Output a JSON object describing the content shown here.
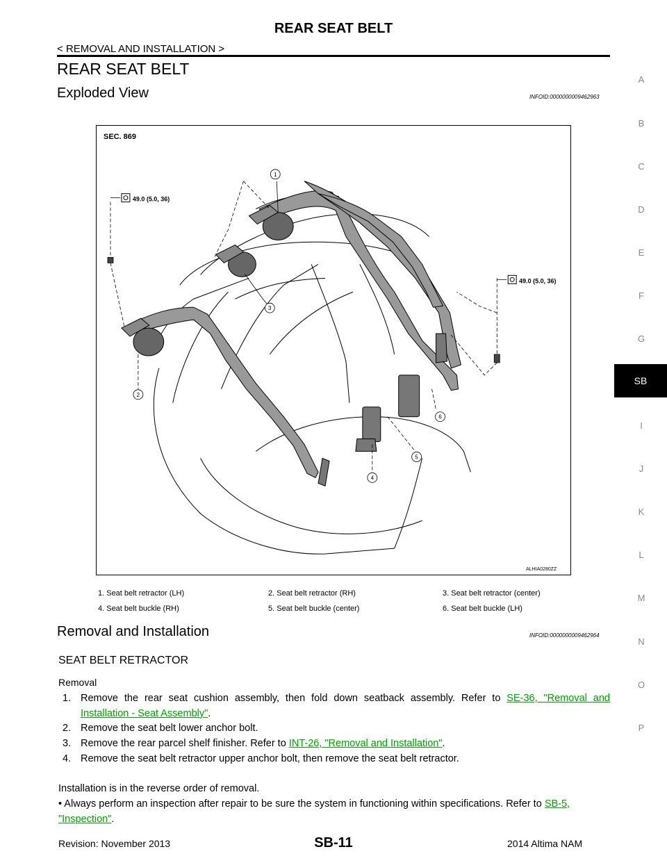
{
  "header": {
    "title": "REAR SEAT BELT",
    "subtitle": "< REMOVAL AND INSTALLATION >"
  },
  "page_title": "REAR SEAT BELT",
  "exploded_view": {
    "title": "Exploded View",
    "infoid": "INFOID:0000000009462963",
    "figure": {
      "sec_label": "SEC. 869",
      "torque_left": "49.0 (5.0, 36)",
      "torque_right": "49.0 (5.0, 36)",
      "callouts": [
        "1",
        "2",
        "3",
        "4",
        "5",
        "6"
      ],
      "figure_id": "ALHIA0280ZZ"
    },
    "legend": [
      "1.    Seat belt retractor (LH)",
      "2.    Seat belt retractor (RH)",
      "3.    Seat belt retractor (center)",
      "4.    Seat belt buckle (RH)",
      "5.    Seat belt buckle (center)",
      "6.    Seat belt buckle (LH)"
    ]
  },
  "removal_installation": {
    "title": "Removal and Installation",
    "infoid": "INFOID:0000000009462964",
    "subhead": "SEAT BELT RETRACTOR",
    "removal_label": "Removal",
    "steps": [
      {
        "num": "1.",
        "text": "Remove the rear seat cushion assembly, then fold down seatback assembly. Refer to ",
        "link": "SE-36, \"Removal and Installation - Seat Assembly\"",
        "after": "."
      },
      {
        "num": "2.",
        "text": "Remove the seat belt lower anchor bolt.",
        "link": "",
        "after": ""
      },
      {
        "num": "3.",
        "text": "Remove the rear parcel shelf finisher. Refer to ",
        "link": "INT-26, \"Removal and Installation\"",
        "after": "."
      },
      {
        "num": "4.",
        "text": "Remove the seat belt retractor upper anchor bolt, then remove the seat belt retractor.",
        "link": "",
        "after": ""
      }
    ],
    "installation_text": "Installation is in the reverse order of removal.",
    "bullet_text": "• Always perform an inspection after repair to be sure the system in functioning within specifications. Refer to ",
    "bullet_link": "SB-5, \"Inspection\"",
    "bullet_after": "."
  },
  "side_tabs": [
    "A",
    "B",
    "C",
    "D",
    "E",
    "F",
    "G",
    "SB",
    "I",
    "J",
    "K",
    "L",
    "M",
    "N",
    "O",
    "P"
  ],
  "active_tab": "SB",
  "footer": {
    "revision": "Revision: November 2013",
    "page": "SB-11",
    "model": "2014 Altima NAM"
  }
}
